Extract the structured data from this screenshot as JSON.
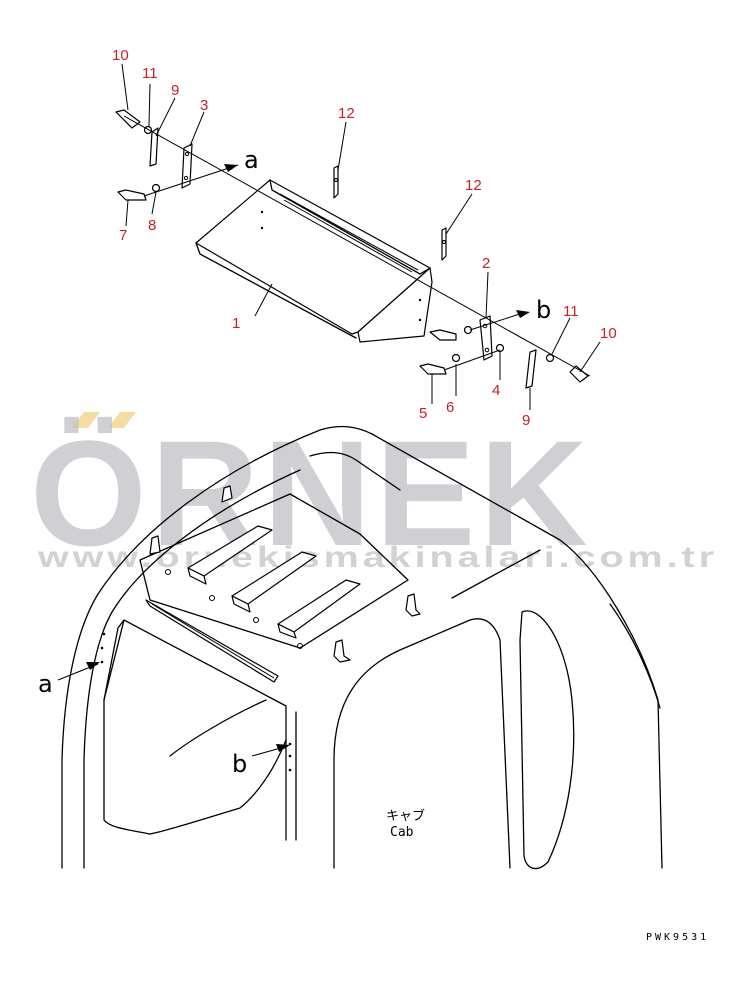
{
  "drawing": {
    "part_callouts": [
      "10",
      "11",
      "9",
      "3",
      "7",
      "8",
      "12",
      "12",
      "1",
      "2",
      "11",
      "10",
      "5",
      "6",
      "4",
      "9"
    ],
    "view_letters": [
      "a",
      "b",
      "a",
      "b"
    ],
    "cab_label_jp": "キャブ",
    "cab_label_en": "Cab",
    "drawing_code": "PWK9531"
  },
  "watermark": {
    "brand": "ÖRNEK",
    "url": "www.ornekismakinalari.com.tr",
    "accent_color": "#f5dca0"
  }
}
